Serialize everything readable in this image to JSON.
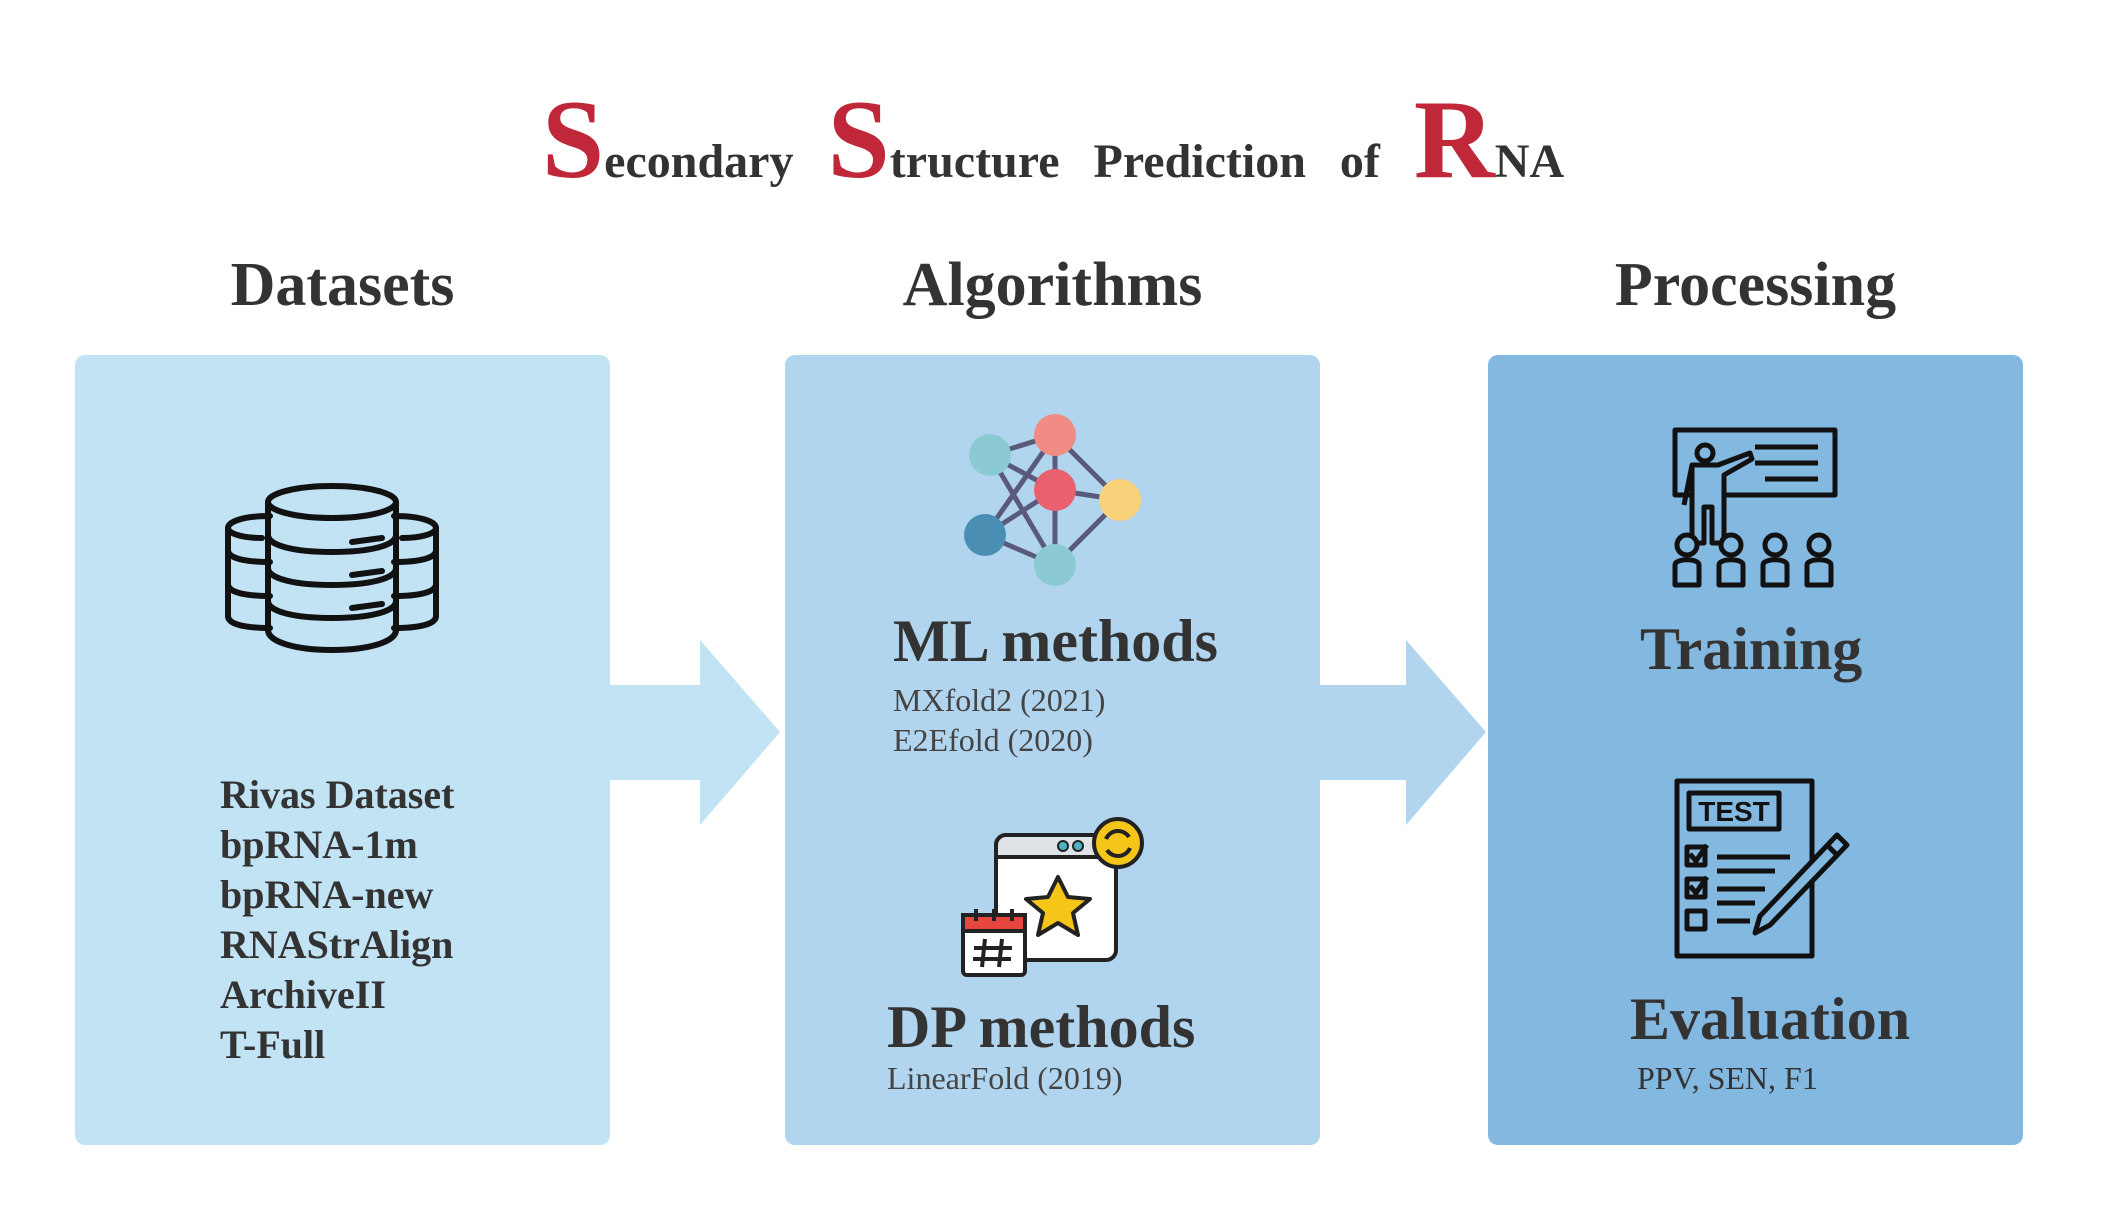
{
  "title": {
    "w1_cap": "S",
    "w1_rest": "econdary",
    "w2_cap": "S",
    "w2_rest": "tructure",
    "w3": "Prediction",
    "w4": "of",
    "w5_cap": "R",
    "w5_rest": "NA"
  },
  "columns": {
    "datasets": {
      "heading": "Datasets",
      "items": [
        "Rivas Dataset",
        "bpRNA-1m",
        "bpRNA-new",
        "RNAStrAlign",
        "ArchiveII",
        "T-Full"
      ]
    },
    "algorithms": {
      "heading": "Algorithms",
      "ml": {
        "title": "ML methods",
        "items": [
          "MXfold2 (2021)",
          "E2Efold (2020)"
        ]
      },
      "dp": {
        "title": "DP methods",
        "items": [
          "LinearFold (2019)"
        ]
      }
    },
    "processing": {
      "heading": "Processing",
      "training": {
        "title": "Training"
      },
      "evaluation": {
        "title": "Evaluation",
        "metrics": "PPV, SEN, F1"
      },
      "test_label": "TEST"
    }
  },
  "colors": {
    "accent_red": "#c0283a",
    "panel_datasets": "#c1e3f4",
    "panel_algorithms": "#b1d5ee",
    "panel_processing": "#83b8e1"
  },
  "icons": [
    "database-icon",
    "neural-network-icon",
    "web-schedule-icon",
    "teacher-class-icon",
    "test-paper-icon",
    "arrow-right-icon"
  ]
}
